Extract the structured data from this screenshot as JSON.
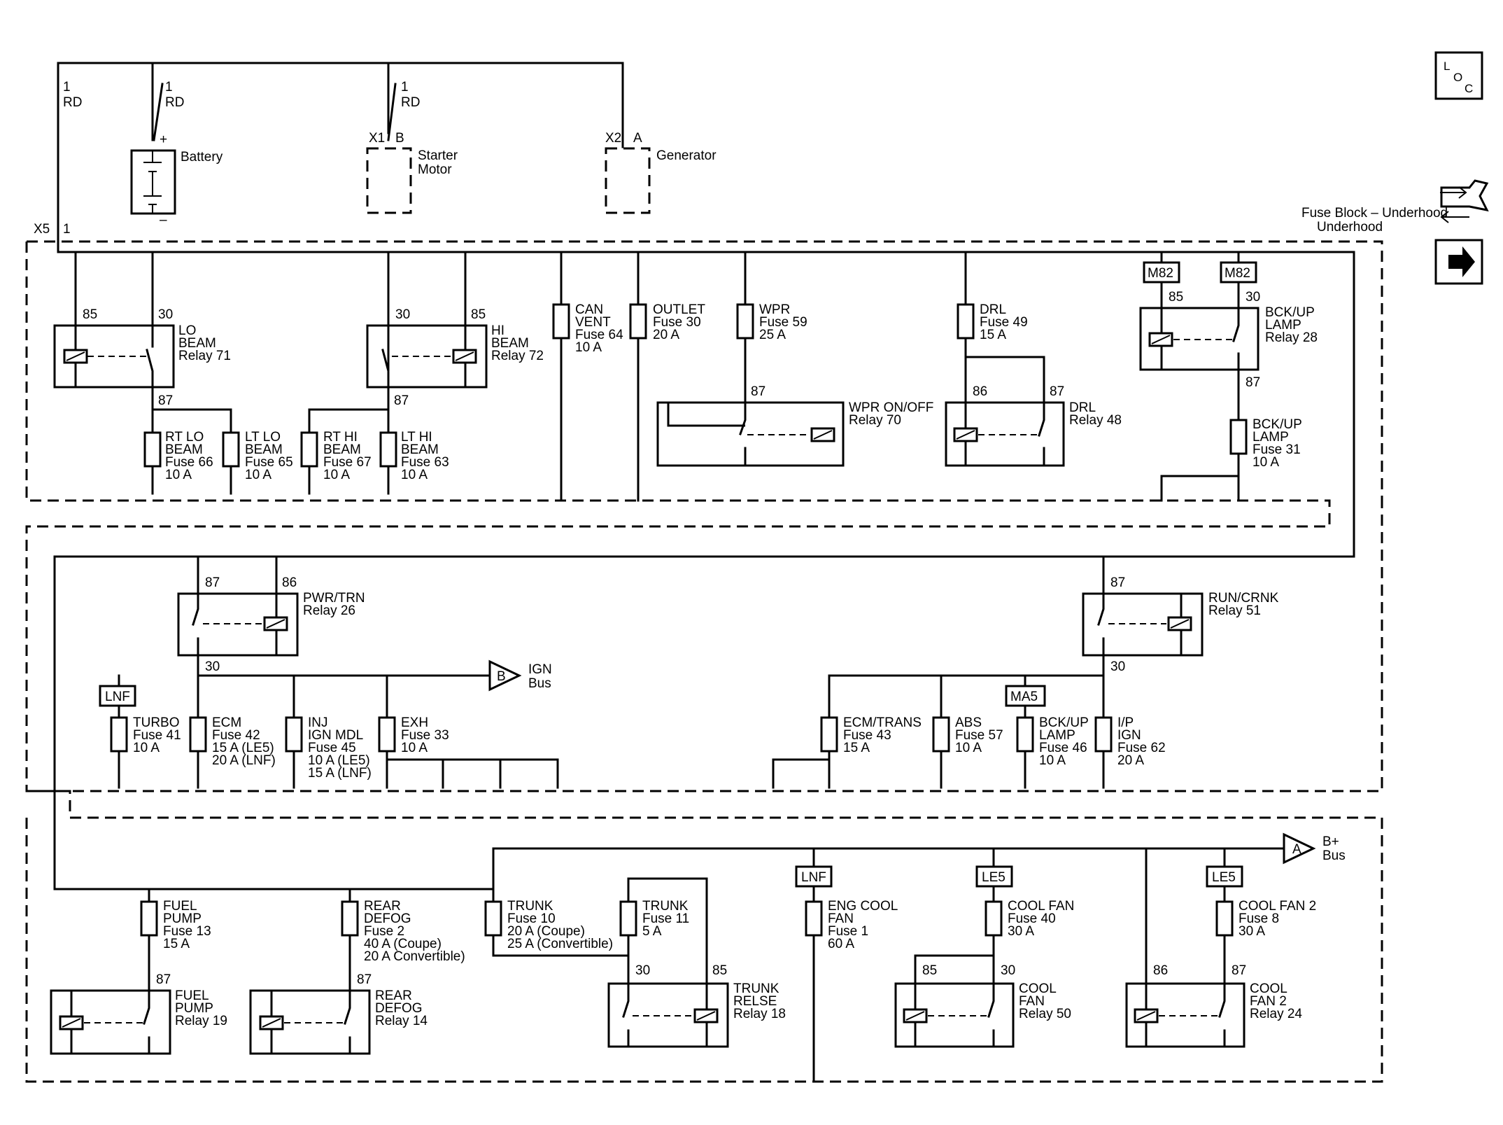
{
  "title": "Fuse Block – Underhood",
  "connectors": {
    "x5": "X5",
    "x5_pin": "1",
    "x1": "X1",
    "x1_pin": "B",
    "x2": "X2",
    "x2_pin": "A",
    "circuit_num": "1",
    "circuit_color": "RD"
  },
  "sources": {
    "battery": "Battery",
    "plus": "+",
    "minus": "–",
    "starter": [
      "Starter",
      "Motor"
    ],
    "generator": "Generator"
  },
  "relays": {
    "lo_beam": [
      "LO",
      "BEAM",
      "Relay 71"
    ],
    "hi_beam": [
      "HI",
      "BEAM",
      "Relay 72"
    ],
    "wpr": [
      "WPR ON/OFF",
      "Relay 70"
    ],
    "drl": [
      "DRL",
      "Relay 48"
    ],
    "bckup": [
      "BCK/UP",
      "LAMP",
      "Relay 28"
    ],
    "pwr_trn": [
      "PWR/TRN",
      "Relay 26"
    ],
    "run_crnk": [
      "RUN/CRNK",
      "Relay 51"
    ],
    "fuel_pump": [
      "FUEL",
      "PUMP",
      "Relay 19"
    ],
    "rear_defog": [
      "REAR",
      "DEFOG",
      "Relay 14"
    ],
    "trunk": [
      "TRUNK",
      "RELSE",
      "Relay 18"
    ],
    "cool_fan": [
      "COOL",
      "FAN",
      "Relay 50"
    ],
    "cool_fan2": [
      "COOL",
      "FAN 2",
      "Relay 24"
    ]
  },
  "fuses": {
    "can_vent": [
      "CAN",
      "VENT",
      "Fuse 64",
      "10 A"
    ],
    "outlet": [
      "OUTLET",
      "Fuse 30",
      "20 A"
    ],
    "wpr": [
      "WPR",
      "Fuse 59",
      "25 A"
    ],
    "drl": [
      "DRL",
      "Fuse 49",
      "15 A"
    ],
    "rt_lo": [
      "RT LO",
      "BEAM",
      "Fuse 66",
      "10 A"
    ],
    "lt_lo": [
      "LT LO",
      "BEAM",
      "Fuse 65",
      "10 A"
    ],
    "rt_hi": [
      "RT HI",
      "BEAM",
      "Fuse 67",
      "10 A"
    ],
    "lt_hi": [
      "LT HI",
      "BEAM",
      "Fuse 63",
      "10 A"
    ],
    "bckup31": [
      "BCK/UP",
      "LAMP",
      "Fuse 31",
      "10 A"
    ],
    "turbo": [
      "TURBO",
      "Fuse 41",
      "10 A"
    ],
    "ecm": [
      "ECM",
      "Fuse 42",
      "15 A (LE5)",
      "20 A (LNF)"
    ],
    "inj": [
      "INJ",
      "IGN MDL",
      "Fuse 45",
      "10 A (LE5)",
      "15 A (LNF)"
    ],
    "exh": [
      "EXH",
      "Fuse 33",
      "10 A"
    ],
    "ecm_trans": [
      "ECM/TRANS",
      "Fuse 43",
      "15 A"
    ],
    "abs": [
      "ABS",
      "Fuse 57",
      "10 A"
    ],
    "bckup46": [
      "BCK/UP",
      "LAMP",
      "Fuse 46",
      "10 A"
    ],
    "ip_ign": [
      "I/P",
      "IGN",
      "Fuse 62",
      "20 A"
    ],
    "fuel_pump": [
      "FUEL",
      "PUMP",
      "Fuse 13",
      "15 A"
    ],
    "rear_defog": [
      "REAR",
      "DEFOG",
      "Fuse 2",
      "40 A (Coupe)",
      "20 A Convertible)"
    ],
    "trunk10": [
      "TRUNK",
      "Fuse 10",
      "20 A (Coupe)",
      "25 A (Convertible)"
    ],
    "trunk11": [
      "TRUNK",
      "Fuse 11",
      "5 A"
    ],
    "eng_cool": [
      "ENG COOL",
      "FAN",
      "Fuse 1",
      "60 A"
    ],
    "cool_fan40": [
      "COOL FAN",
      "Fuse 40",
      "30 A"
    ],
    "cool_fan8": [
      "COOL FAN 2",
      "Fuse 8",
      "30 A"
    ]
  },
  "pins": {
    "p85": "85",
    "p86": "86",
    "p87": "87",
    "p30": "30"
  },
  "options": {
    "m82": "M82",
    "lnf": "LNF",
    "le5": "LE5",
    "ma5": "MA5"
  },
  "buses": {
    "ign_letter": "B",
    "ign": [
      "IGN",
      "Bus"
    ],
    "bplus_letter": "A",
    "bplus": [
      "B+",
      "Bus"
    ]
  },
  "icons": [
    "location-icon",
    "schematic-nav-icon",
    "next-arrow-icon"
  ]
}
